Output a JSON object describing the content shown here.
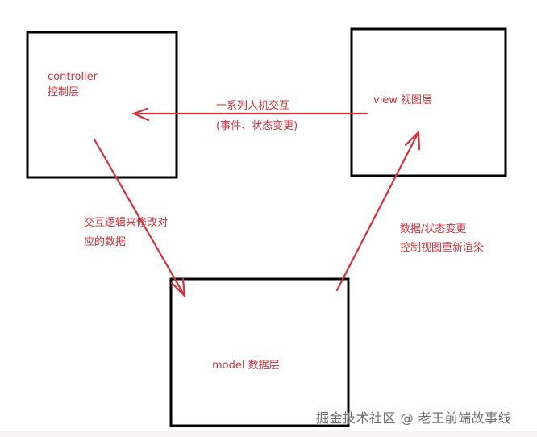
{
  "boxes": {
    "controller": {
      "line1": "controller",
      "line2": "控制层"
    },
    "view": {
      "label": "view 视图层"
    },
    "model": {
      "label": "model 数据层"
    }
  },
  "arrows": {
    "view_to_controller": {
      "line1": "一系列人机交互",
      "line2": "(事件、状态变更)"
    },
    "controller_to_model": {
      "line1": "交互逻辑来修改对",
      "line2": "应的数据"
    },
    "model_to_view": {
      "line1": "数据/状态变更",
      "line2": "控制视图重新渲染"
    }
  },
  "watermark": "掘金技术社区 @ 老王前端故事线",
  "colors": {
    "arrow": "#d6303a",
    "box": "#000000"
  }
}
